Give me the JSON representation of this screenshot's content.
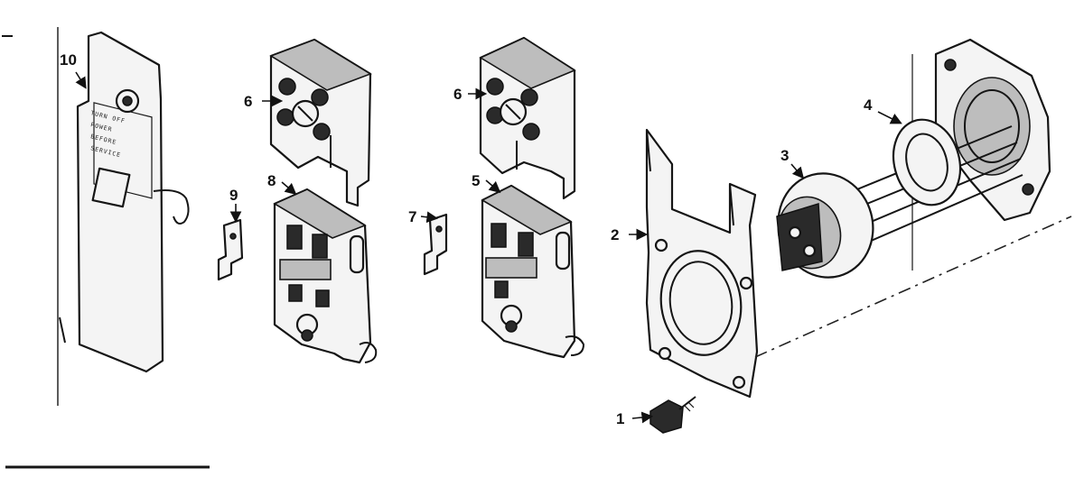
{
  "diagram": {
    "callouts": [
      {
        "id": "1",
        "label": "1"
      },
      {
        "id": "2",
        "label": "2"
      },
      {
        "id": "3",
        "label": "3"
      },
      {
        "id": "4",
        "label": "4"
      },
      {
        "id": "5",
        "label": "5"
      },
      {
        "id": "6a",
        "label": "6"
      },
      {
        "id": "6b",
        "label": "6"
      },
      {
        "id": "7",
        "label": "7"
      },
      {
        "id": "8",
        "label": "8"
      },
      {
        "id": "9",
        "label": "9"
      },
      {
        "id": "10",
        "label": "10"
      }
    ]
  }
}
